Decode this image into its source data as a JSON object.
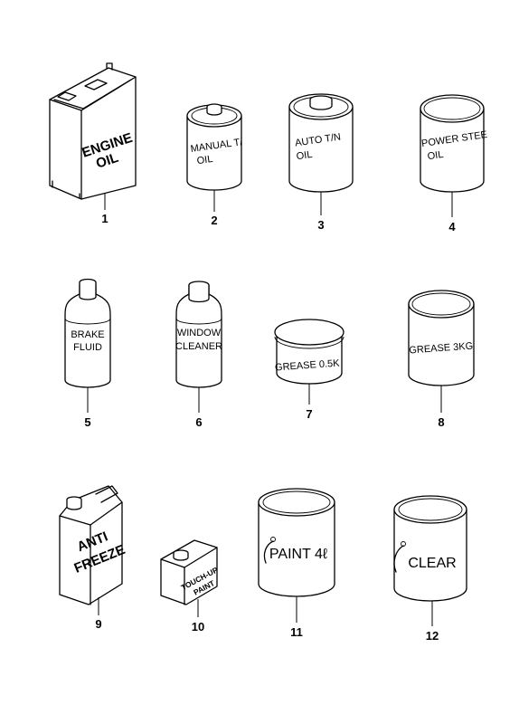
{
  "items": [
    {
      "number": "1",
      "label_lines": [
        "ENGINE",
        "OIL"
      ]
    },
    {
      "number": "2",
      "label_lines": [
        "MANUAL T/",
        "OIL"
      ]
    },
    {
      "number": "3",
      "label_lines": [
        "AUTO T/N",
        "OIL"
      ]
    },
    {
      "number": "4",
      "label_lines": [
        "POWER STEE",
        "OIL"
      ]
    },
    {
      "number": "5",
      "label_lines": [
        "BRAKE",
        "FLUID"
      ]
    },
    {
      "number": "6",
      "label_lines": [
        "WINDOW",
        "CLEANER"
      ]
    },
    {
      "number": "7",
      "label_lines": [
        "GREASE 0.5K"
      ]
    },
    {
      "number": "8",
      "label_lines": [
        "GREASE 3KG"
      ]
    },
    {
      "number": "9",
      "label_lines": [
        "ANTI",
        "FREEZE"
      ]
    },
    {
      "number": "10",
      "label_lines": [
        "TOUCH-UP",
        "PAINT"
      ]
    },
    {
      "number": "11",
      "label_lines": [
        "PAINT 4ℓ"
      ]
    },
    {
      "number": "12",
      "label_lines": [
        "CLEAR"
      ]
    }
  ]
}
